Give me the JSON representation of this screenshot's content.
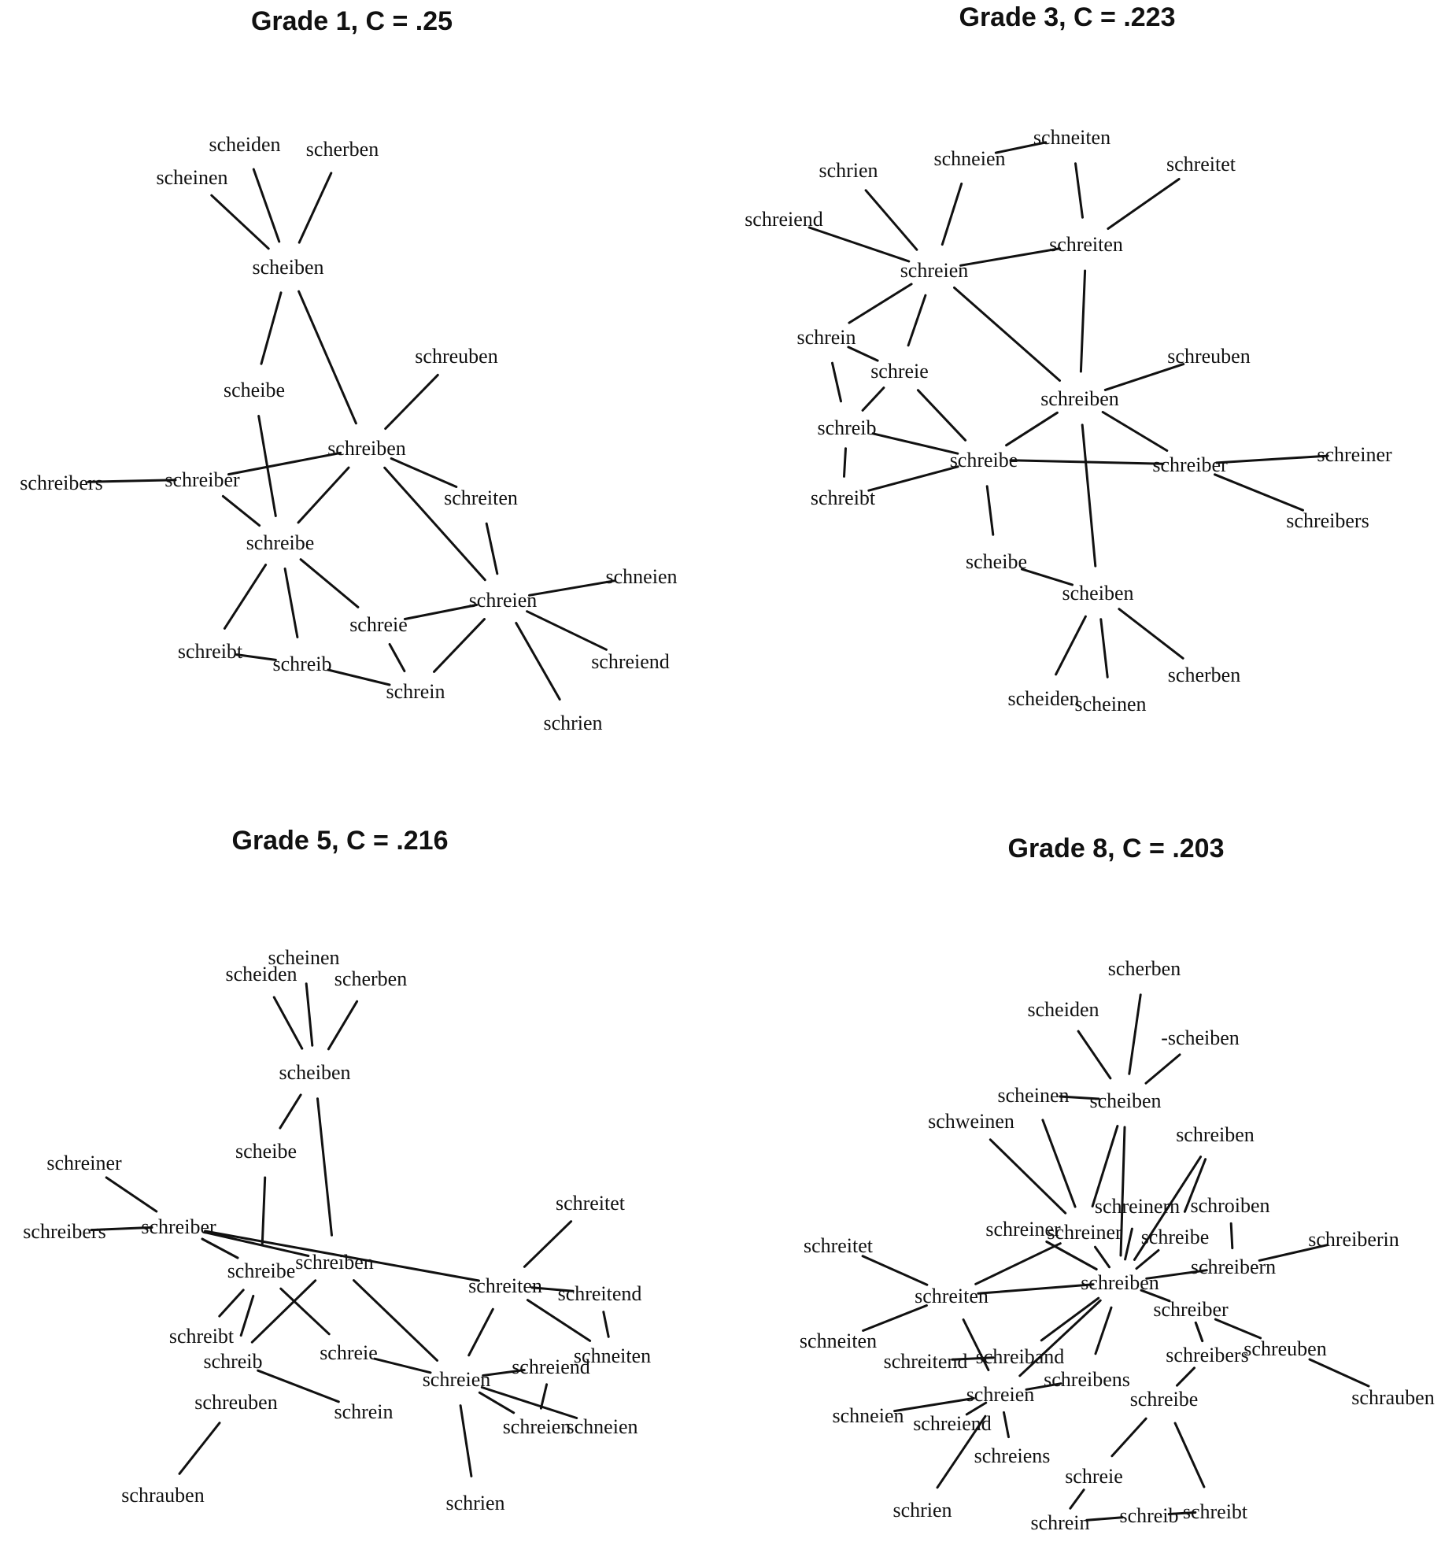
{
  "panels": [
    {
      "title": "Grade 1, C = .25",
      "nodes": {
        "n1": "scheiden",
        "n2": "scherben",
        "n3": "scheinen",
        "n4": "scheiben",
        "n5": "scheibe",
        "n6": "schreuben",
        "n7": "schreiben",
        "n8": "schreibers",
        "n9": "schreiber",
        "n10": "schreiten",
        "n11": "schreibe",
        "n12": "schneien",
        "n13": "schreien",
        "n14": "schreie",
        "n15": "schreiend",
        "n16": "schreibt",
        "n17": "schreib",
        "n18": "schrein",
        "n19": "schrien"
      },
      "edges": [
        [
          "n1",
          "n4"
        ],
        [
          "n2",
          "n4"
        ],
        [
          "n3",
          "n4"
        ],
        [
          "n4",
          "n5"
        ],
        [
          "n4",
          "n7"
        ],
        [
          "n5",
          "n11"
        ],
        [
          "n6",
          "n7"
        ],
        [
          "n7",
          "n9"
        ],
        [
          "n7",
          "n10"
        ],
        [
          "n7",
          "n11"
        ],
        [
          "n7",
          "n13"
        ],
        [
          "n8",
          "n9"
        ],
        [
          "n9",
          "n11"
        ],
        [
          "n10",
          "n13"
        ],
        [
          "n11",
          "n16"
        ],
        [
          "n11",
          "n17"
        ],
        [
          "n11",
          "n14"
        ],
        [
          "n16",
          "n17"
        ],
        [
          "n17",
          "n18"
        ],
        [
          "n14",
          "n18"
        ],
        [
          "n13",
          "n14"
        ],
        [
          "n13",
          "n12"
        ],
        [
          "n13",
          "n15"
        ],
        [
          "n13",
          "n19"
        ],
        [
          "n13",
          "n18"
        ]
      ]
    },
    {
      "title": "Grade 3, C = .223",
      "nodes": {
        "n1": "schneiten",
        "n2": "schneien",
        "n3": "schrien",
        "n4": "schreitet",
        "n5": "schreiend",
        "n6": "schreiten",
        "n7": "schreien",
        "n8": "schrein",
        "n9": "schreie",
        "n10": "schreuben",
        "n11": "schreiben",
        "n12": "schreib",
        "n13": "schreibe",
        "n14": "schreiber",
        "n15": "schreiner",
        "n16": "schreibt",
        "n17": "schreibers",
        "n18": "scheibe",
        "n19": "scheiben",
        "n20": "scherben",
        "n21": "scheiden",
        "n22": "scheinen"
      },
      "edges": [
        [
          "n1",
          "n2"
        ],
        [
          "n1",
          "n6"
        ],
        [
          "n4",
          "n6"
        ],
        [
          "n3",
          "n7"
        ],
        [
          "n2",
          "n7"
        ],
        [
          "n5",
          "n7"
        ],
        [
          "n7",
          "n6"
        ],
        [
          "n7",
          "n8"
        ],
        [
          "n7",
          "n9"
        ],
        [
          "n7",
          "n11"
        ],
        [
          "n6",
          "n11"
        ],
        [
          "n8",
          "n9"
        ],
        [
          "n8",
          "n12"
        ],
        [
          "n9",
          "n12"
        ],
        [
          "n9",
          "n13"
        ],
        [
          "n12",
          "n13"
        ],
        [
          "n12",
          "n16"
        ],
        [
          "n11",
          "n10"
        ],
        [
          "n11",
          "n13"
        ],
        [
          "n11",
          "n14"
        ],
        [
          "n11",
          "n19"
        ],
        [
          "n13",
          "n14"
        ],
        [
          "n13",
          "n16"
        ],
        [
          "n13",
          "n18"
        ],
        [
          "n14",
          "n15"
        ],
        [
          "n14",
          "n17"
        ],
        [
          "n18",
          "n19"
        ],
        [
          "n19",
          "n20"
        ],
        [
          "n19",
          "n21"
        ],
        [
          "n19",
          "n22"
        ]
      ]
    },
    {
      "title": "Grade 5, C = .216",
      "nodes": {
        "n1": "scheinen",
        "n2": "scheiden",
        "n3": "scherben",
        "n4": "scheiben",
        "n5": "scheibe",
        "n6": "schreiner",
        "n7": "schreibers",
        "n8": "schreiber",
        "n9": "schreitet",
        "n10": "schreibe",
        "n11": "schreiben",
        "n12": "schreiten",
        "n13": "schreitend",
        "n14": "schreibt",
        "n15": "schreie",
        "n16": "schneiten",
        "n17": "schreib",
        "n18": "schreiend",
        "n19": "schreien",
        "n20": "schreuben",
        "n21": "schrein",
        "n22": "schreien",
        "n23": "schneien",
        "n24": "schrauben",
        "n25": "schrien"
      },
      "edges": [
        [
          "n1",
          "n4"
        ],
        [
          "n2",
          "n4"
        ],
        [
          "n3",
          "n4"
        ],
        [
          "n4",
          "n5"
        ],
        [
          "n4",
          "n11"
        ],
        [
          "n5",
          "n10"
        ],
        [
          "n6",
          "n8"
        ],
        [
          "n7",
          "n8"
        ],
        [
          "n8",
          "n10"
        ],
        [
          "n8",
          "n11"
        ],
        [
          "n8",
          "n12"
        ],
        [
          "n9",
          "n12"
        ],
        [
          "n10",
          "n14"
        ],
        [
          "n10",
          "n17"
        ],
        [
          "n10",
          "n15"
        ],
        [
          "n11",
          "n17"
        ],
        [
          "n11",
          "n19"
        ],
        [
          "n12",
          "n19"
        ],
        [
          "n12",
          "n13"
        ],
        [
          "n13",
          "n16"
        ],
        [
          "n12",
          "n16"
        ],
        [
          "n17",
          "n21"
        ],
        [
          "n15",
          "n19"
        ],
        [
          "n19",
          "n18"
        ],
        [
          "n19",
          "n22"
        ],
        [
          "n19",
          "n23"
        ],
        [
          "n19",
          "n25"
        ],
        [
          "n20",
          "n24"
        ],
        [
          "n18",
          "n22"
        ]
      ]
    },
    {
      "title": "Grade 8, C = .203",
      "nodes": {
        "n1": "scherben",
        "n2": "scheiden",
        "n3": "-scheiben",
        "n4": "scheinen",
        "n5": "scheiben",
        "n6": "schweinen",
        "n7": "schreiben",
        "n8": "schreinern",
        "n9": "schroiben",
        "n10": "schreiner",
        "n11": "schreiner",
        "n12": "schreibe",
        "n13": "schreiberin",
        "n14": "schreitet",
        "n15": "schreibern",
        "n16": "schreiten",
        "n17": "schreiben",
        "n18": "schreiber",
        "n19": "schneiten",
        "n20": "schreuben",
        "n21": "schreiband",
        "n22": "schreitend",
        "n23": "schreibers",
        "n24": "schreibens",
        "n25": "schrauben",
        "n26": "schreien",
        "n27": "schreibe",
        "n28": "schneien",
        "n29": "schreiend",
        "n30": "schreiens",
        "n31": "schreie",
        "n32": "schrien",
        "n33": "schrein",
        "n34": "schreib",
        "n35": "schreibt"
      },
      "edges": [
        [
          "n1",
          "n5"
        ],
        [
          "n2",
          "n5"
        ],
        [
          "n3",
          "n5"
        ],
        [
          "n4",
          "n5"
        ],
        [
          "n5",
          "n17"
        ],
        [
          "n5",
          "n11"
        ],
        [
          "n6",
          "n11"
        ],
        [
          "n4",
          "n11"
        ],
        [
          "n7",
          "n17"
        ],
        [
          "n7",
          "n12"
        ],
        [
          "n8",
          "n17"
        ],
        [
          "n9",
          "n15"
        ],
        [
          "n10",
          "n17"
        ],
        [
          "n11",
          "n17"
        ],
        [
          "n11",
          "n16"
        ],
        [
          "n12",
          "n17"
        ],
        [
          "n13",
          "n15"
        ],
        [
          "n14",
          "n16"
        ],
        [
          "n15",
          "n17"
        ],
        [
          "n16",
          "n17"
        ],
        [
          "n16",
          "n19"
        ],
        [
          "n17",
          "n18"
        ],
        [
          "n17",
          "n21"
        ],
        [
          "n17",
          "n24"
        ],
        [
          "n17",
          "n26"
        ],
        [
          "n18",
          "n20"
        ],
        [
          "n18",
          "n23"
        ],
        [
          "n20",
          "n25"
        ],
        [
          "n16",
          "n26"
        ],
        [
          "n21",
          "n22"
        ],
        [
          "n26",
          "n28"
        ],
        [
          "n26",
          "n29"
        ],
        [
          "n26",
          "n30"
        ],
        [
          "n26",
          "n32"
        ],
        [
          "n26",
          "n24"
        ],
        [
          "n23",
          "n27"
        ],
        [
          "n27",
          "n31"
        ],
        [
          "n27",
          "n35"
        ],
        [
          "n31",
          "n33"
        ],
        [
          "n33",
          "n34"
        ],
        [
          "n34",
          "n35"
        ],
        [
          "n18",
          "n23"
        ]
      ]
    }
  ]
}
